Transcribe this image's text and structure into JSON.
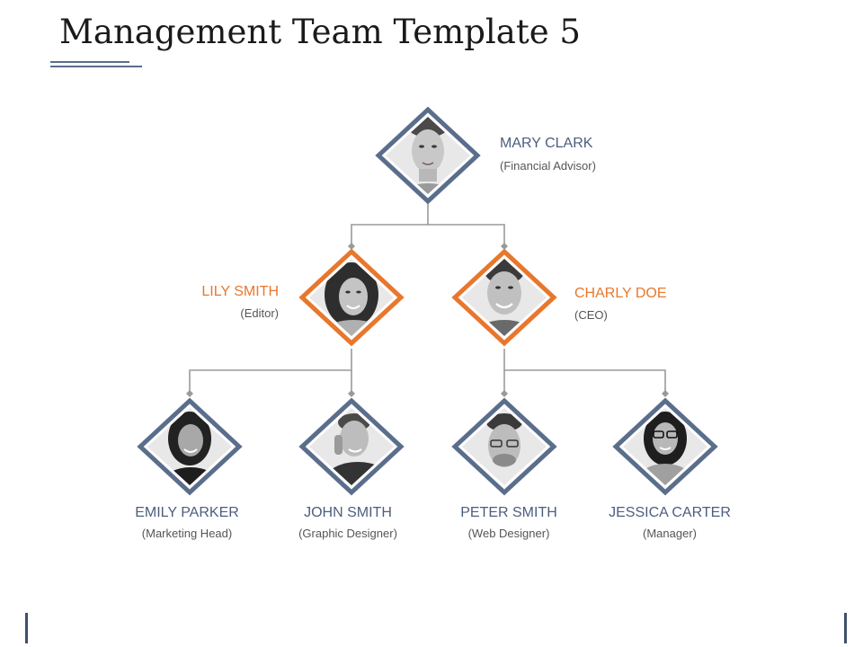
{
  "title": "Management Team Template 5",
  "colors": {
    "blue": "#5a6e8c",
    "orange": "#e8772e",
    "connector": "#9a9a9a"
  },
  "members": {
    "mary": {
      "name": "MARY CLARK",
      "role": "(Financial Advisor)"
    },
    "lily": {
      "name": "LILY SMITH",
      "role": "(Editor)"
    },
    "charly": {
      "name": "CHARLY DOE",
      "role": "(CEO)"
    },
    "emily": {
      "name": "EMILY  PARKER",
      "role": "(Marketing Head)"
    },
    "john": {
      "name": "JOHN SMITH",
      "role": "(Graphic Designer)"
    },
    "peter": {
      "name": "PETER SMITH",
      "role": "(Web Designer)"
    },
    "jessica": {
      "name": "JESSICA CARTER",
      "role": "(Manager)"
    }
  }
}
